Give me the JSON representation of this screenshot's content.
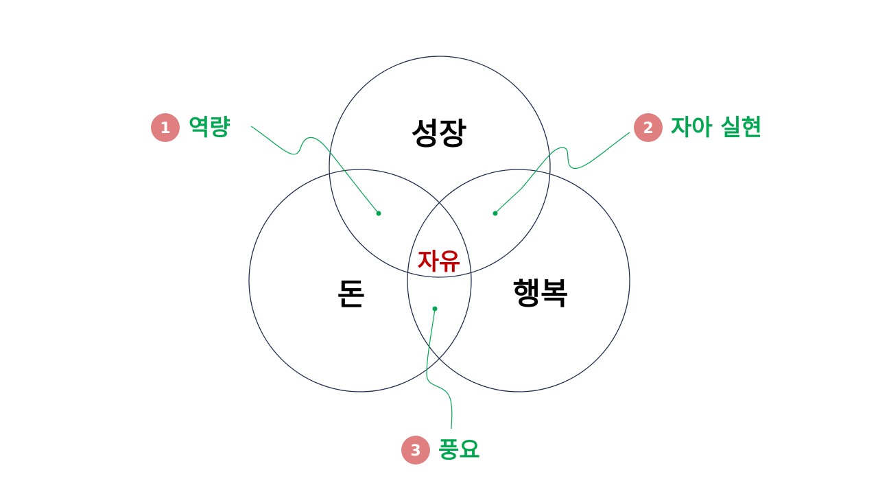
{
  "diagram": {
    "circles": [
      {
        "id": "growth",
        "label": "성장"
      },
      {
        "id": "money",
        "label": "돈"
      },
      {
        "id": "happiness",
        "label": "행복"
      }
    ],
    "center_label": "자유",
    "callouts": [
      {
        "number": "1",
        "label": "역량"
      },
      {
        "number": "2",
        "label": "자아 실현"
      },
      {
        "number": "3",
        "label": "풍요"
      }
    ],
    "colors": {
      "circle_stroke": "#1f2d4f",
      "circle_label": "#000000",
      "center_label": "#c00000",
      "callout_text": "#00a650",
      "callout_line": "#00a650",
      "badge_fill": "#e07f7f",
      "badge_text": "#ffffff"
    }
  }
}
